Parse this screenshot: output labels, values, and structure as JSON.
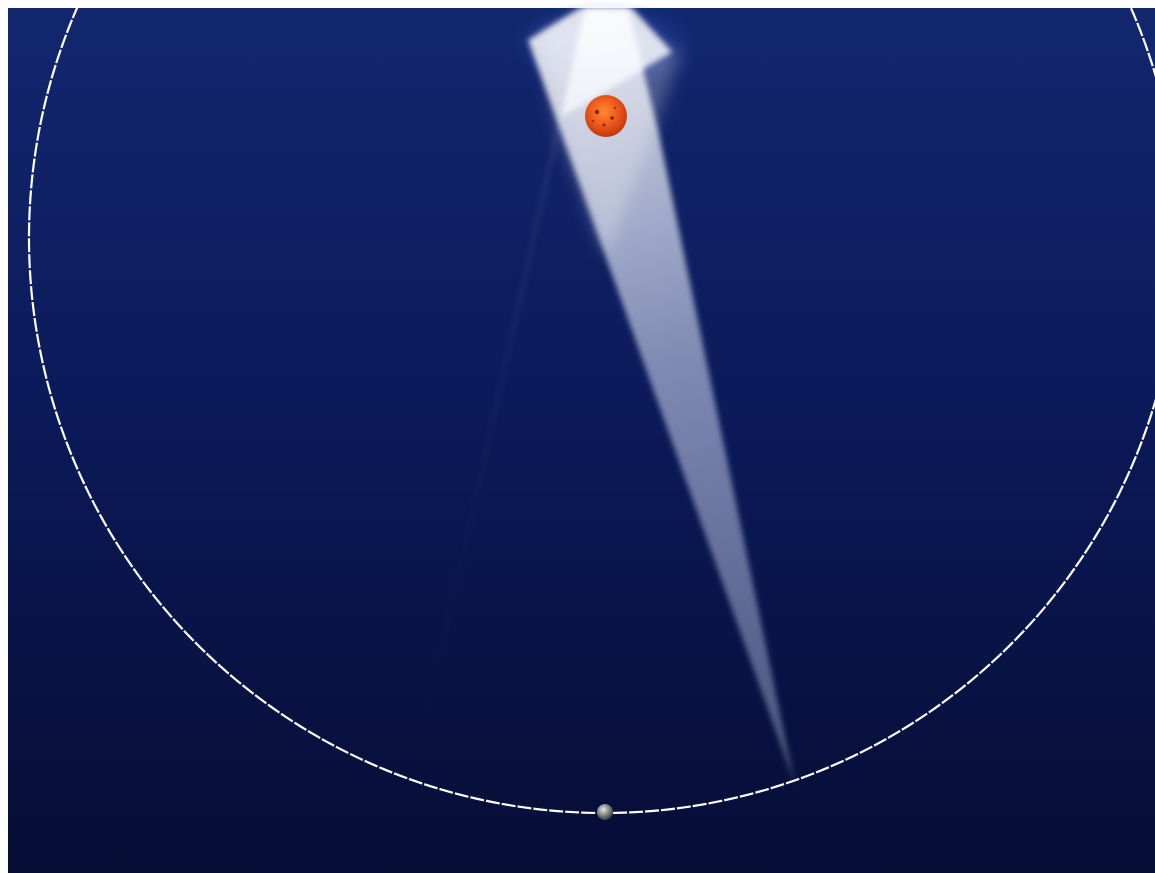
{
  "diagram": {
    "type": "stellar-parallax-illustration",
    "colors": {
      "frame": "#ffffff",
      "sky_top": "#13276f",
      "sky_mid": "#0b1a5a",
      "sky_bottom": "#060d35",
      "beam": "#c9d6f2",
      "orbit": "#ffffff",
      "star": "#e0501a",
      "star_core": "#ff7a2a",
      "planet": "#8a8f8c"
    },
    "objects": {
      "orbit": "circular-orbit",
      "star": "star",
      "planet": "planet",
      "beams": [
        "sightline-left",
        "sightline-right"
      ]
    }
  }
}
